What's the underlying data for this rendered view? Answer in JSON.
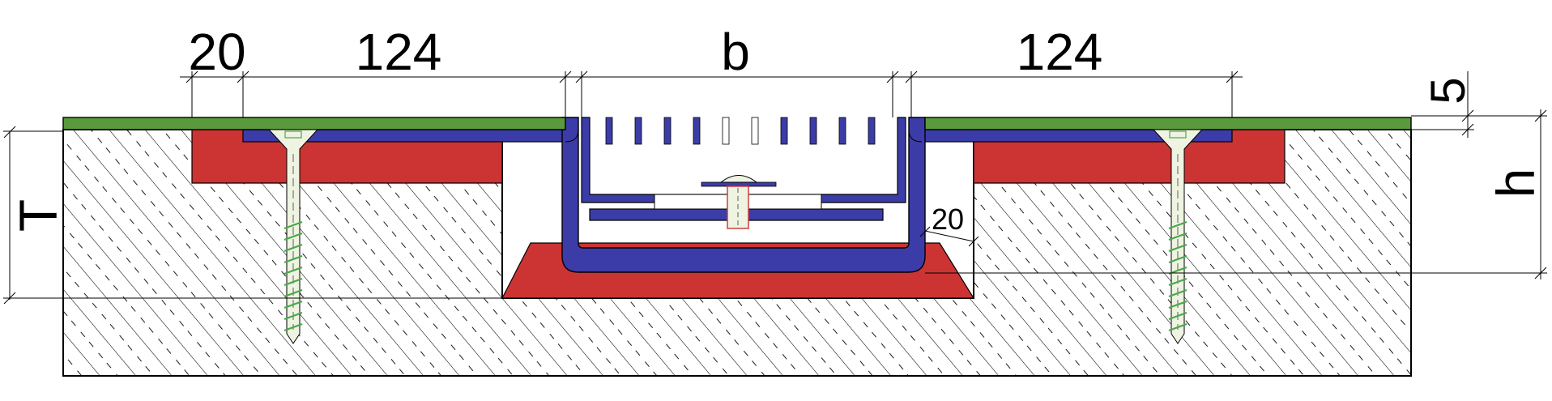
{
  "colors": {
    "membrane": "#5a9a3c",
    "profile": "#3c3ca8",
    "bedding": "#cc3333",
    "concrete_hatch": "#000000",
    "screw": "#e8f0d8",
    "screw_thread": "#4aa84a"
  },
  "dimensions": {
    "flange_offset": "20",
    "left_flange": "124",
    "gap_width": "b",
    "right_flange": "124",
    "membrane_thickness": "5",
    "total_height": "h",
    "depth": "T",
    "inner_clearance": "20"
  }
}
